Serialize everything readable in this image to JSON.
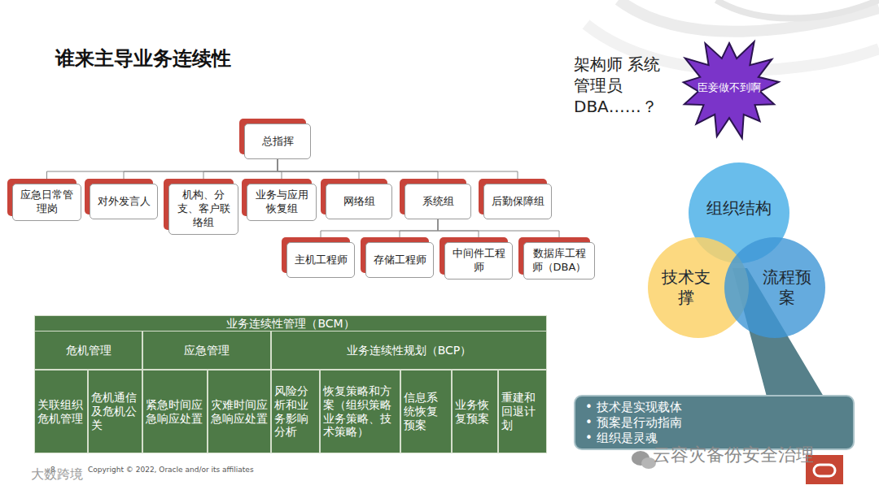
{
  "diagram": {
    "title": "谁来主导业务连续性",
    "nodes": [
      {
        "text": [
          "总指挥"
        ]
      },
      {
        "text": [
          "应急日常管理岗"
        ]
      },
      {
        "text": [
          "对外发言人"
        ]
      },
      {
        "text": [
          "机构、分支、客户联络组"
        ]
      },
      {
        "text": [
          "业务与应用恢复组"
        ]
      },
      {
        "text": [
          "网络组"
        ]
      },
      {
        "text": [
          "系统组"
        ]
      },
      {
        "text": [
          "后勤保障组"
        ]
      },
      {
        "text": [
          "主机工程师"
        ]
      },
      {
        "text": [
          "存储工程师"
        ]
      },
      {
        "text": [
          "中间件工程师"
        ]
      },
      {
        "text": [
          "数据库工程师（DBA）"
        ]
      },
      {
        "text": [
          "臣妾做不到啊"
        ]
      },
      {
        "text": [
          "组织结构"
        ]
      },
      {
        "text": [
          "技术支撑"
        ]
      },
      {
        "text": [
          "流程预案"
        ]
      },
      {
        "text": [
          "• 技术是实现载体",
          "• 预案是行动指南",
          "• 组织是灵魂"
        ]
      }
    ],
    "edges": [
      {
        "from": 0,
        "to": 1,
        "arrow": "none"
      },
      {
        "from": 0,
        "to": 2,
        "arrow": "none"
      },
      {
        "from": 0,
        "to": 3,
        "arrow": "none"
      },
      {
        "from": 0,
        "to": 4,
        "arrow": "none"
      },
      {
        "from": 0,
        "to": 5,
        "arrow": "none"
      },
      {
        "from": 0,
        "to": 6,
        "arrow": "none"
      },
      {
        "from": 0,
        "to": 7,
        "arrow": "none"
      },
      {
        "from": 6,
        "to": 8,
        "arrow": "none"
      },
      {
        "from": 6,
        "to": 9,
        "arrow": "none"
      },
      {
        "from": 6,
        "to": 10,
        "arrow": "none"
      },
      {
        "from": 6,
        "to": 11,
        "arrow": "none"
      }
    ],
    "labels": [
      "架构师 系统管理员 DBA……？",
      "业务连续性管理（BCM）",
      "危机管理",
      "应急管理",
      "业务连续性规划（BCP）",
      "关联组织危机管理",
      "危机通信及危机公关",
      "紧急时间应急响应处置",
      "灾难时间应急响应处置",
      "风险分析和业务影响分析",
      "恢复策略和方案（组织策略业务策略、技术策略）",
      "信息系统恢复预案",
      "业务恢复预案",
      "重建和回退计划",
      "8",
      "Copyright © 2022, Oracle and/or its affiliates",
      "云容灾备份安全治理",
      "大数跨境"
    ]
  }
}
